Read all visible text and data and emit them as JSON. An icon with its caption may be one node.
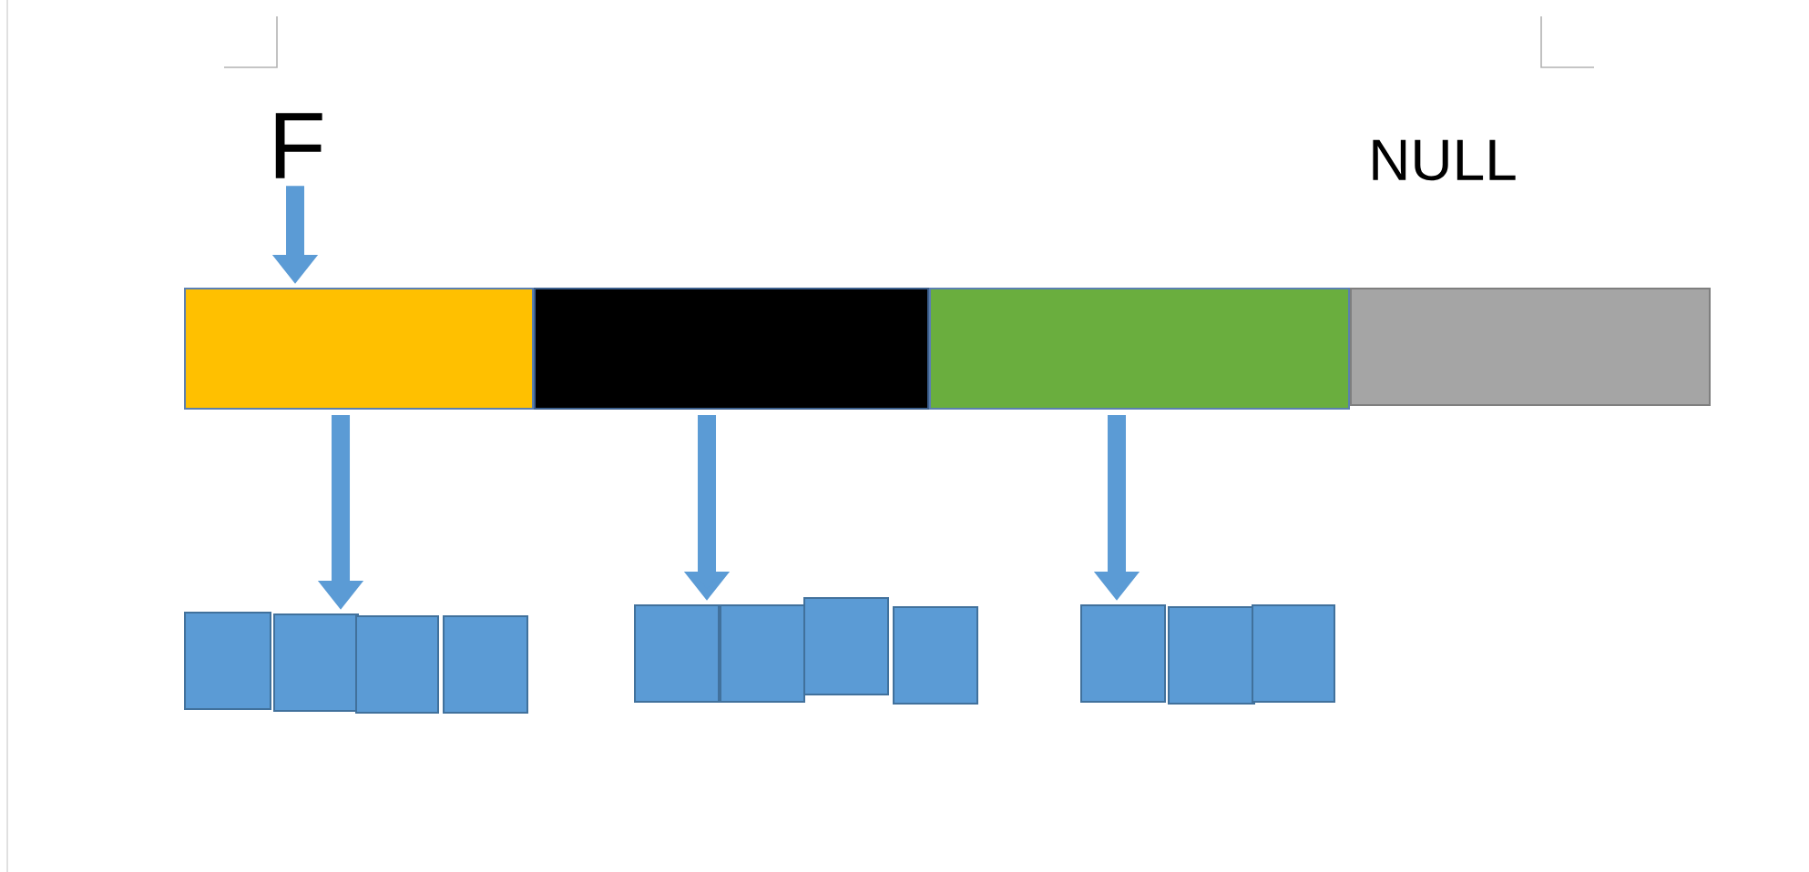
{
  "diagram": {
    "nodes": [
      {
        "text": [
          "F"
        ]
      },
      {
        "text": [],
        "shape": "bar"
      },
      {
        "text": [],
        "shape": "bar"
      },
      {
        "text": [],
        "shape": "bar"
      },
      {
        "text": [],
        "shape": "bar"
      },
      {
        "text": [],
        "shape": "box"
      },
      {
        "text": [],
        "shape": "box"
      },
      {
        "text": [],
        "shape": "box"
      },
      {
        "text": [],
        "shape": "box"
      },
      {
        "text": [],
        "shape": "box"
      },
      {
        "text": [],
        "shape": "box"
      },
      {
        "text": [],
        "shape": "box"
      },
      {
        "text": [],
        "shape": "box"
      },
      {
        "text": [],
        "shape": "box"
      },
      {
        "text": [],
        "shape": "box"
      },
      {
        "text": [],
        "shape": "box"
      }
    ],
    "edges": [
      {
        "from": 0,
        "to": 1,
        "arrow": "to"
      },
      {
        "from": 1,
        "to": 6,
        "arrow": "to"
      },
      {
        "from": 2,
        "to": 9,
        "arrow": "to"
      },
      {
        "from": 3,
        "to": 13,
        "arrow": "to"
      }
    ],
    "labels": [
      "NULL"
    ]
  }
}
